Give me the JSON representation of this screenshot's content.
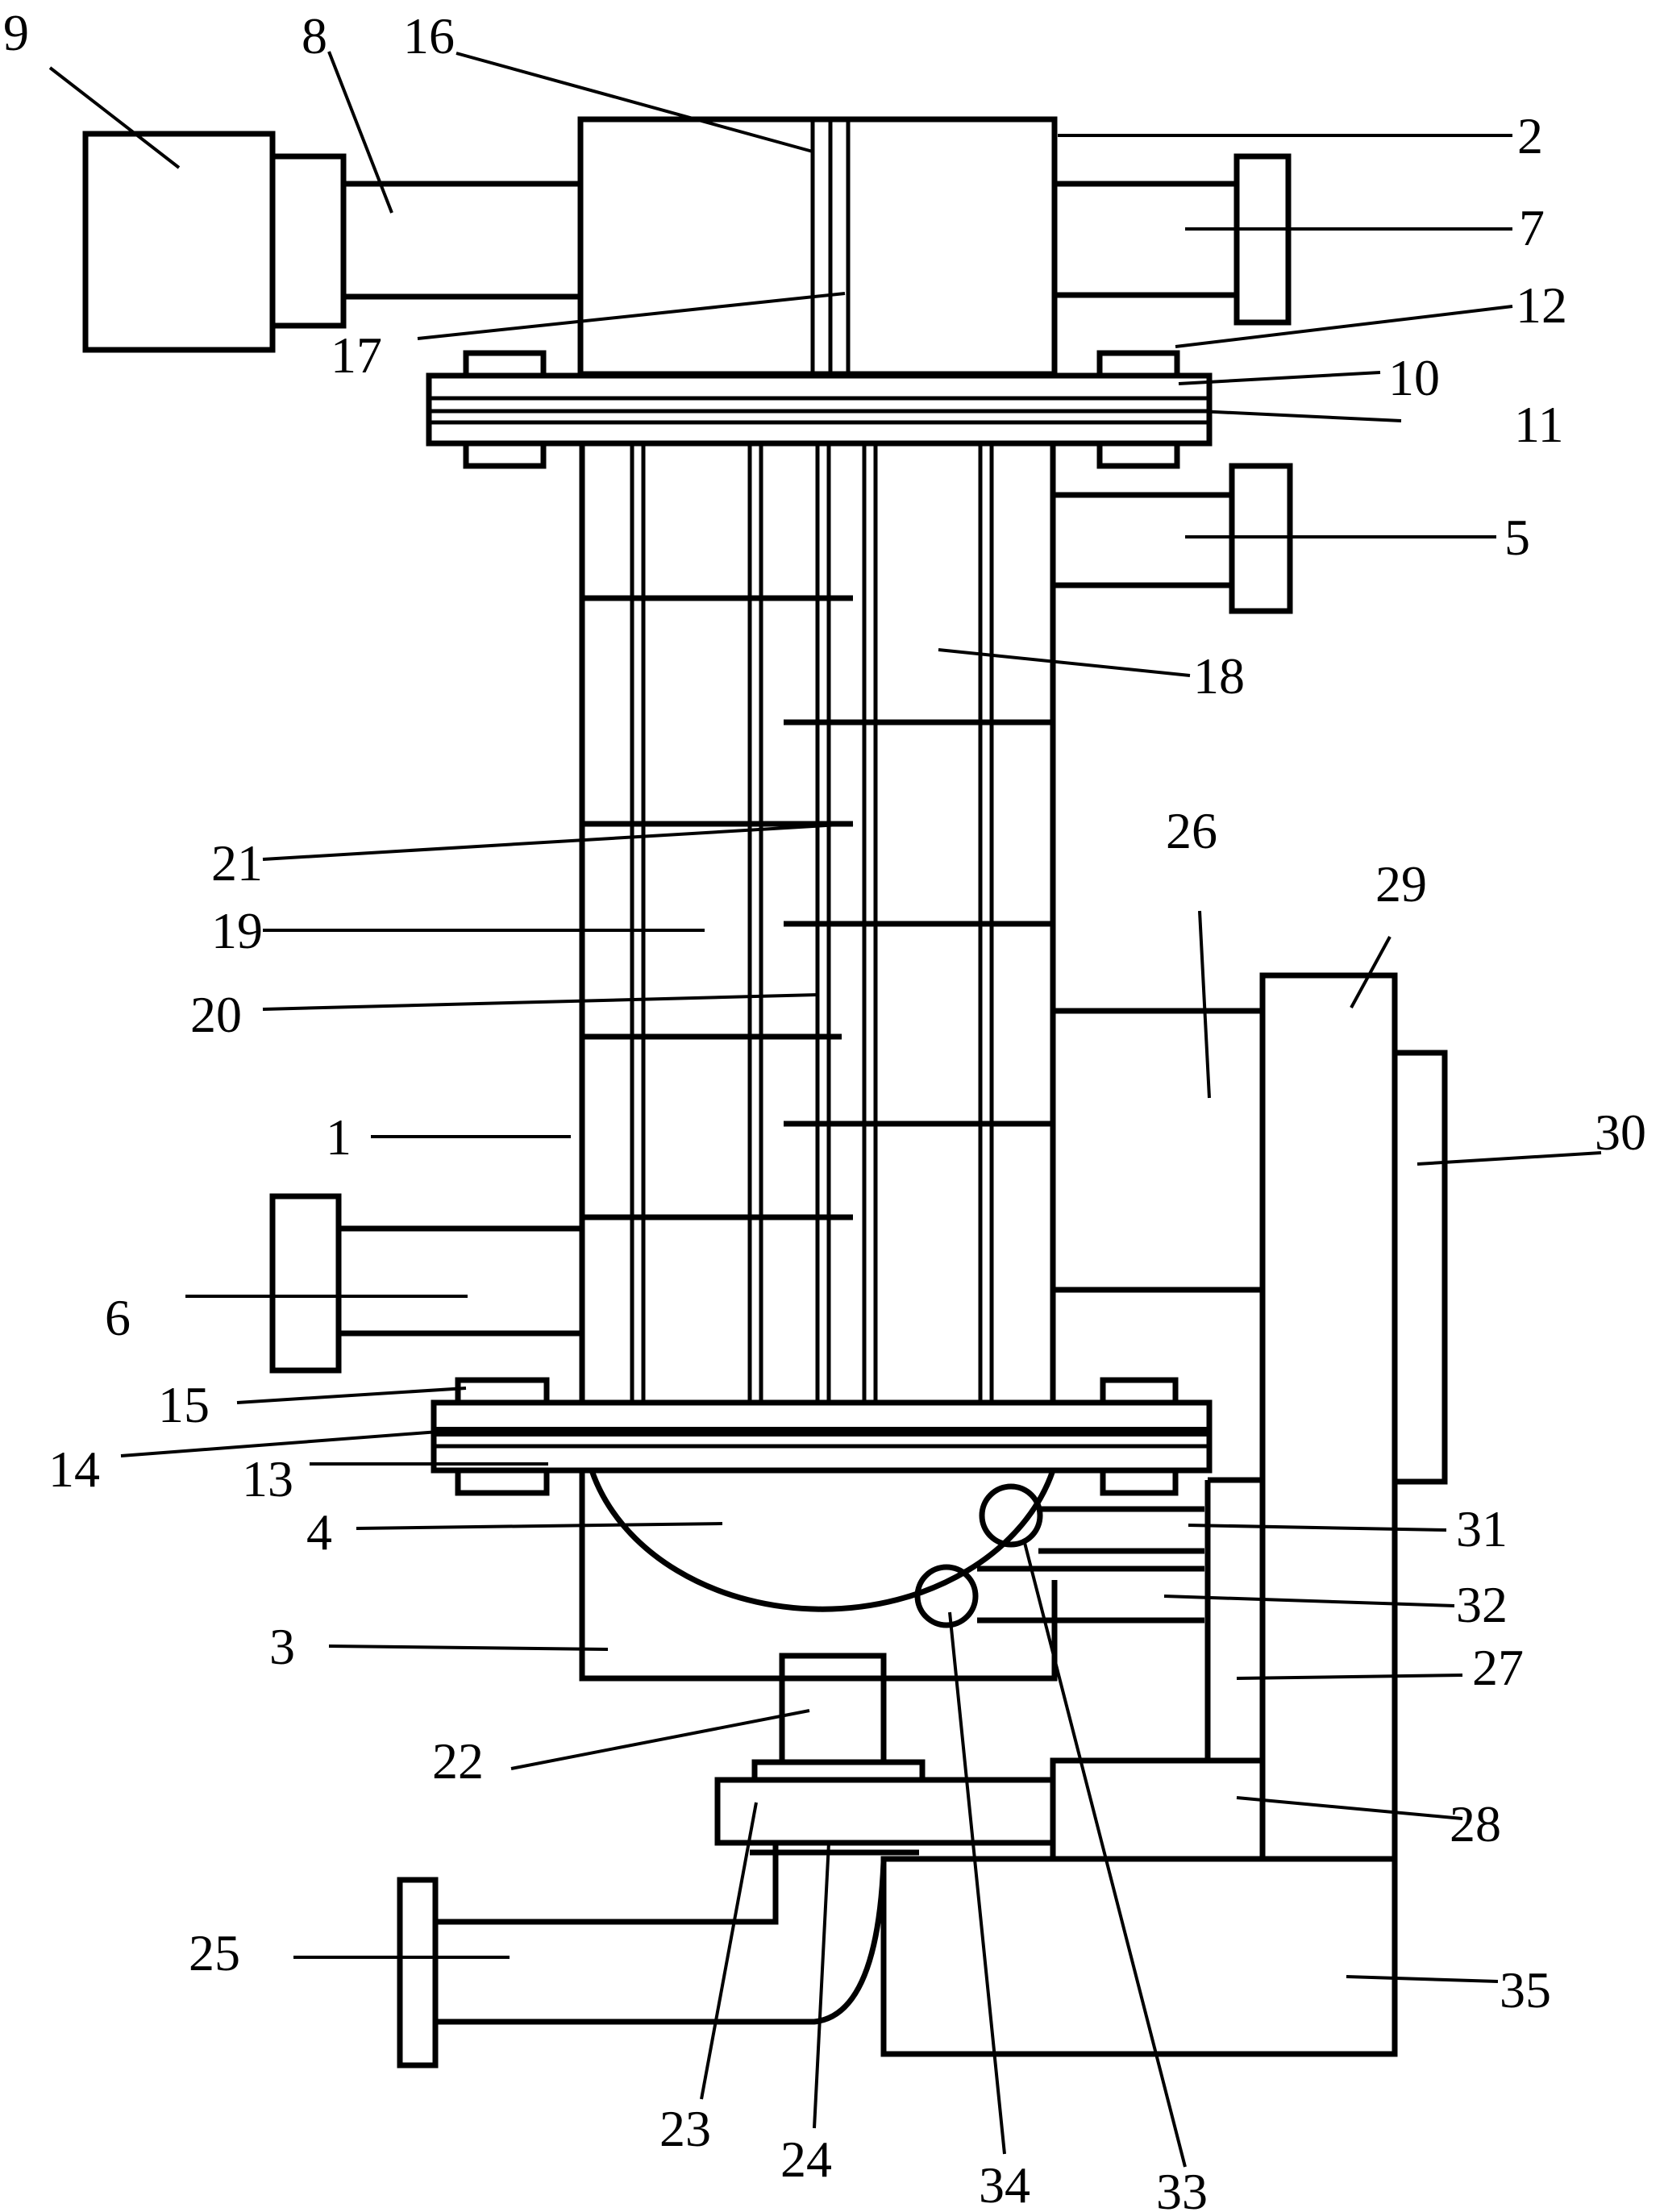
{
  "diagram": {
    "labels": [
      {
        "id": "9",
        "text": "9"
      },
      {
        "id": "8",
        "text": "8"
      },
      {
        "id": "16",
        "text": "16"
      },
      {
        "id": "2",
        "text": "2"
      },
      {
        "id": "7",
        "text": "7"
      },
      {
        "id": "12",
        "text": "12"
      },
      {
        "id": "17",
        "text": "17"
      },
      {
        "id": "10",
        "text": "10"
      },
      {
        "id": "11",
        "text": "11"
      },
      {
        "id": "5",
        "text": "5"
      },
      {
        "id": "18",
        "text": "18"
      },
      {
        "id": "26",
        "text": "26"
      },
      {
        "id": "29",
        "text": "29"
      },
      {
        "id": "21",
        "text": "21"
      },
      {
        "id": "19",
        "text": "19"
      },
      {
        "id": "20",
        "text": "20"
      },
      {
        "id": "30",
        "text": "30"
      },
      {
        "id": "1",
        "text": "1"
      },
      {
        "id": "6",
        "text": "6"
      },
      {
        "id": "15",
        "text": "15"
      },
      {
        "id": "14",
        "text": "14"
      },
      {
        "id": "13",
        "text": "13"
      },
      {
        "id": "4",
        "text": "4"
      },
      {
        "id": "31",
        "text": "31"
      },
      {
        "id": "32",
        "text": "32"
      },
      {
        "id": "3",
        "text": "3"
      },
      {
        "id": "27",
        "text": "27"
      },
      {
        "id": "22",
        "text": "22"
      },
      {
        "id": "28",
        "text": "28"
      },
      {
        "id": "25",
        "text": "25"
      },
      {
        "id": "35",
        "text": "35"
      },
      {
        "id": "23",
        "text": "23"
      },
      {
        "id": "24",
        "text": "24"
      },
      {
        "id": "34",
        "text": "34"
      },
      {
        "id": "33",
        "text": "33"
      }
    ]
  }
}
